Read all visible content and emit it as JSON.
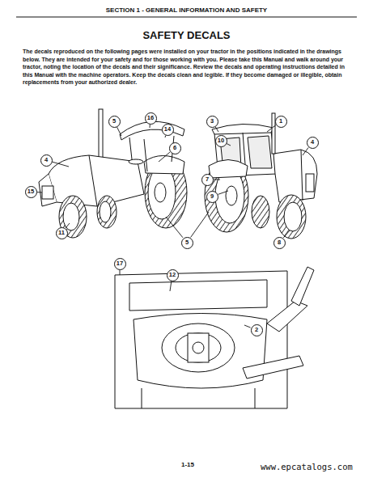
{
  "diagram": {
    "title": "SAFETY DECALS",
    "nodes": [
      {
        "text": [
          "16"
        ]
      },
      {
        "text": [
          "5"
        ]
      },
      {
        "text": [
          "3"
        ]
      },
      {
        "text": [
          "1"
        ]
      },
      {
        "text": [
          "14"
        ]
      },
      {
        "text": [
          "10"
        ]
      },
      {
        "text": [
          "6"
        ]
      },
      {
        "text": [
          "4"
        ]
      },
      {
        "text": [
          "4"
        ]
      },
      {
        "text": [
          "7"
        ]
      },
      {
        "text": [
          "15"
        ]
      },
      {
        "text": [
          "9"
        ]
      },
      {
        "text": [
          "11"
        ]
      },
      {
        "text": [
          "8"
        ]
      },
      {
        "text": [
          "5"
        ]
      },
      {
        "text": [
          "17"
        ]
      },
      {
        "text": [
          "12"
        ]
      },
      {
        "text": [
          "2"
        ]
      }
    ],
    "labels": [
      "SECTION 1 - GENERAL INFORMATION AND SAFETY",
      "The decals reproduced on the following pages were installed on your tractor in the positions indicated in the drawings below. They are intended for your safety and for those working with you. Please take this Manual and walk around your tractor, noting the location of the decals and their significance. Review the decals and operating instructions detailed in this Manual with the machine operators. Keep the decals clean and legible. If they become damaged or illegible, obtain replacements from your authorized dealer.",
      "1-15",
      "www.epcatalogs.com"
    ]
  }
}
